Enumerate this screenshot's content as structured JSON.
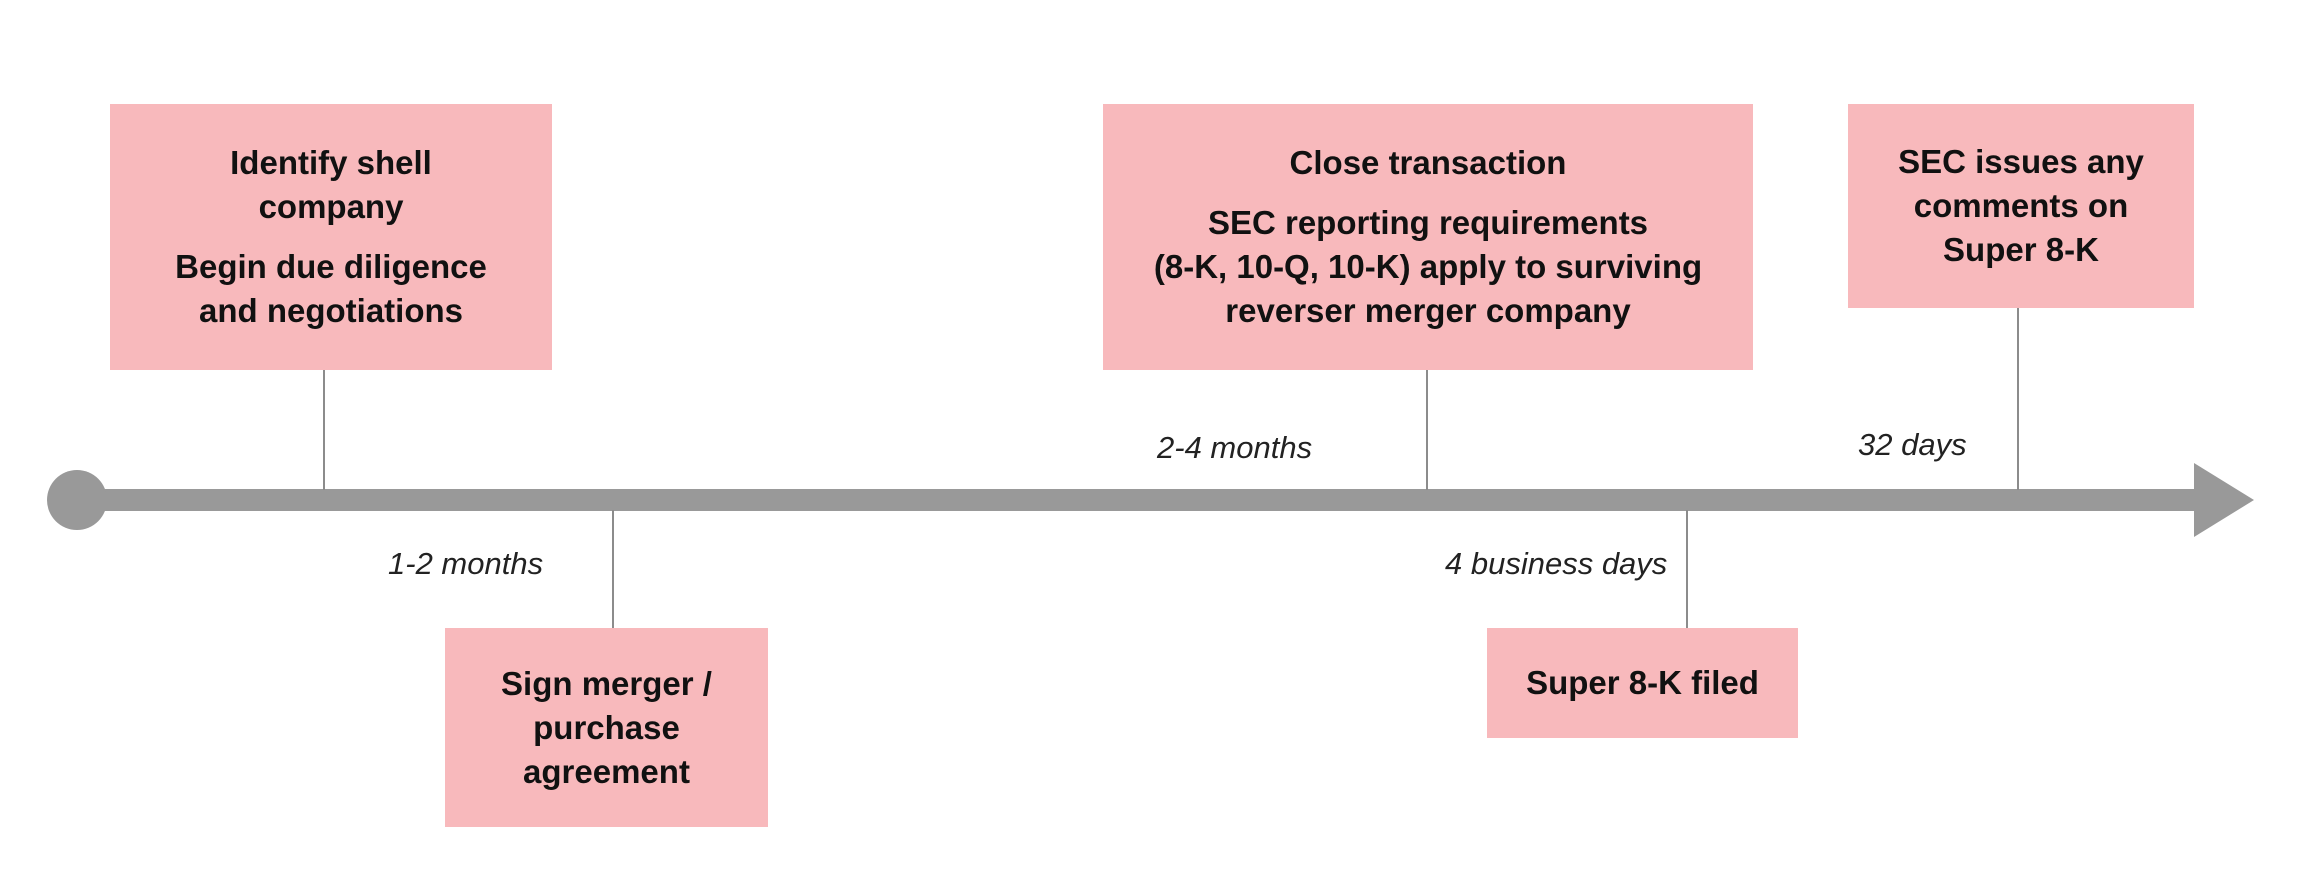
{
  "diagram": {
    "type": "timeline",
    "colors": {
      "axis": "#999999",
      "connector": "#8c8c8c",
      "box_fill": "#f8b9bc",
      "box_text": "#111111",
      "label_text": "#222222"
    },
    "events": [
      {
        "id": "identify-shell",
        "lines": [
          "Identify shell\ncompany",
          "Begin due diligence\nand negotiations"
        ],
        "side": "above"
      },
      {
        "id": "sign-merger",
        "lines": [
          "Sign merger /\npurchase\nagreement"
        ],
        "side": "below"
      },
      {
        "id": "close-transaction",
        "lines": [
          "Close transaction",
          "SEC reporting requirements\n(8-K, 10-Q, 10-K) apply to surviving\nreverser merger company"
        ],
        "side": "above"
      },
      {
        "id": "super-8k-filed",
        "lines": [
          "Super 8-K filed"
        ],
        "side": "below"
      },
      {
        "id": "sec-comments",
        "lines": [
          "SEC issues any\ncomments on\nSuper 8-K"
        ],
        "side": "above"
      }
    ],
    "durations": [
      {
        "id": "d1",
        "label": "1-2 months"
      },
      {
        "id": "d2",
        "label": "2-4 months"
      },
      {
        "id": "d3",
        "label": "4 business days"
      },
      {
        "id": "d4",
        "label": "32 days"
      }
    ]
  }
}
